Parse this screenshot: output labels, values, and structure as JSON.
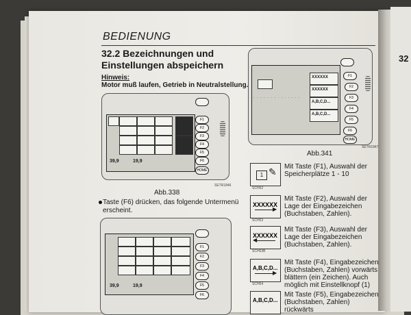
{
  "page": {
    "header": "BEDIENUNG",
    "section_title": "32.2 Bezeichnungen und Einstellungen abspeichern",
    "note_label": "Hinweis:",
    "note_text": "Motor muß laufen, Getrieb in Neutralstellung.",
    "bullet_text": "Taste (F6) drücken, das folgende Untermenü erscheint."
  },
  "figures": [
    {
      "caption": "Abb.338",
      "code": "SETR1846",
      "readouts": [
        "39,9",
        "19,9"
      ]
    },
    {
      "caption": "Abb.341",
      "code": "SETR1847"
    },
    {
      "readouts": [
        "39,9",
        "19,9"
      ]
    }
  ],
  "fkeys": [
    "F1",
    "F2",
    "F3",
    "F4",
    "F5",
    "F6",
    "HOME"
  ],
  "screen_tiles": [
    "XXXXXX",
    "XXXXXX",
    "A,B,C,D...",
    "A,B,C,D..."
  ],
  "functions": [
    {
      "icon_text": "1",
      "code": "SCH52",
      "text": "Mit Taste (F1), Auswahl der Speicherplätze 1 - 10"
    },
    {
      "icon_text": "XXXXXX",
      "code": "SCH53",
      "text": "Mit Taste (F2), Auswahl der Lage der Eingabezeichen (Buchstaben, Zahlen)."
    },
    {
      "icon_text": "XXXXXX",
      "code": "SCH53B",
      "text": "Mit Taste (F3), Auswahl der Lage der Eingabezeichen (Buchstaben, Zahlen)."
    },
    {
      "icon_text": "A,B,C,D...",
      "code": "SCH54",
      "text": "Mit Taste (F4), Eingabezeichen (Buchstaben, Zahlen) vorwärts blättern (ein Zeichen). Auch möglich mit Einstellknopf (1)"
    },
    {
      "icon_text": "A,B,C,D...",
      "code": "",
      "text": "Mit Taste (F5), Eingabezeichen (Buchstaben, Zahlen) rückwärts"
    }
  ],
  "right_page": {
    "title": "32"
  }
}
